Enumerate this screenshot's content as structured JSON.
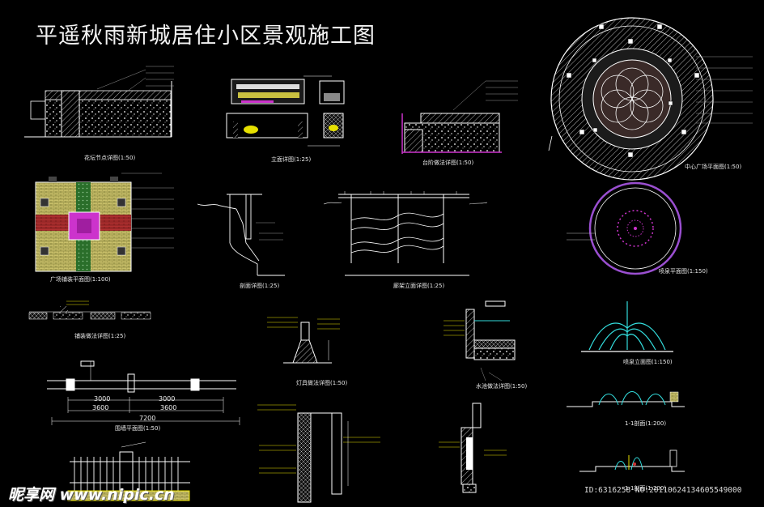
{
  "title": "平遥秋雨新城居住小区景观施工图",
  "colors": {
    "background": "#000000",
    "line": "#ffffff",
    "accent_magenta": "#cc33cc",
    "accent_yellow": "#e8e000",
    "accent_cyan": "#33dddd",
    "accent_red": "#cc3333",
    "accent_green": "#2a6e2a"
  },
  "captions": {
    "c1": "花坛节点详图(1:50)",
    "c2": "立面详图(1:25)",
    "c3": "台阶做法详图(1:50)",
    "c4": "中心广场平面图(1:50)",
    "c5": "广场铺装平面图(1:100)",
    "c6": "剖面详图(1:25)",
    "c7": "廊架立面详图(1:25)",
    "c8": "喷泉平面图(1:150)",
    "c9": "铺装做法详图(1:25)",
    "c10": "灯具做法详图(1:50)",
    "c11": "水池做法详图(1:50)",
    "c12": "喷泉立面图(1:150)",
    "c13": "围墙平面图(1:50)",
    "c14": "1-1剖面(1:200)",
    "c15": "1-1剖面(1:200)"
  },
  "dims": {
    "d1": "3000",
    "d2": "3000",
    "d3": "3600",
    "d4": "3600",
    "d5": "7200"
  },
  "watermark": "昵享网 www.nipic.cn",
  "image_id": "ID:6316258 NO:20110624134605549000"
}
